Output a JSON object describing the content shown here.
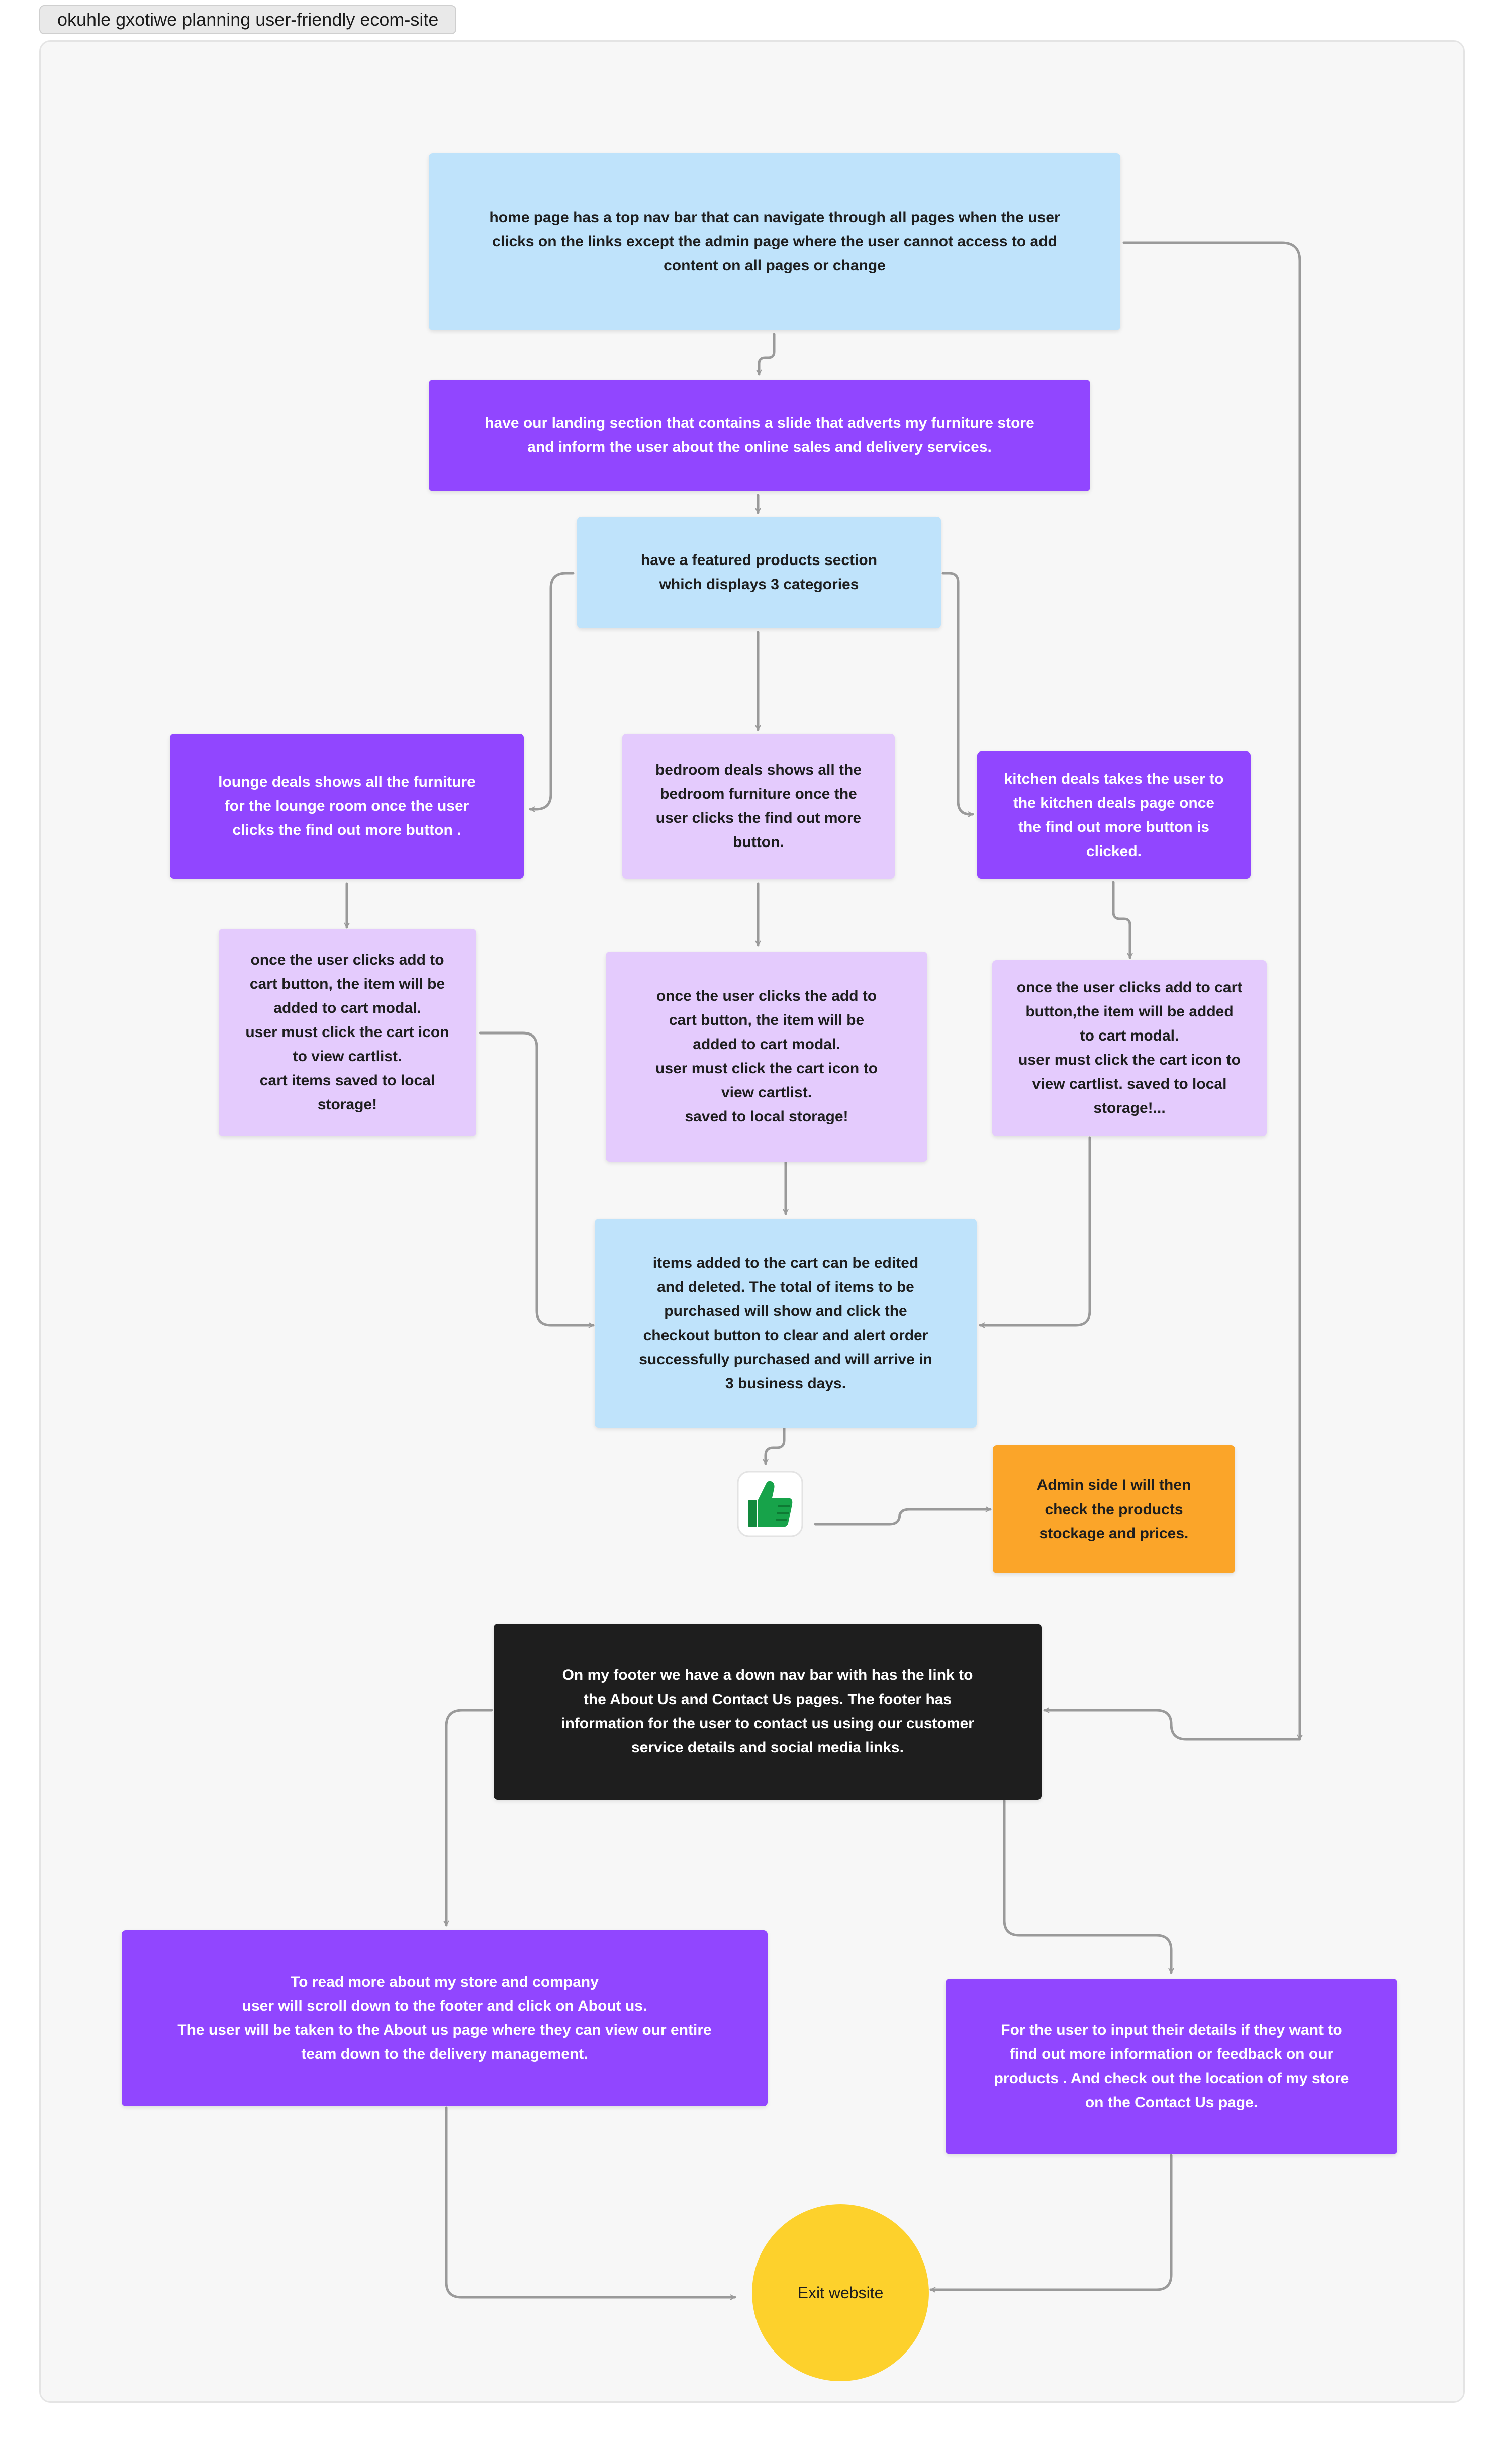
{
  "board": {
    "frame_label": "okuhle gxotiwe planning user-friendly ecom-site"
  },
  "colors": {
    "light_blue": "#bfe3fb",
    "purple": "#9146ff",
    "lavender": "#e4cbfd",
    "orange": "#fba529",
    "black": "#1e1e1e",
    "yellow": "#fdd12c",
    "connector": "#9a9a9a"
  },
  "nodes": {
    "home": "home page has a top nav bar that can navigate through all pages when the user\nclicks on the links except the admin page where the user cannot access to add\ncontent on all pages or change",
    "landing": "have our landing section that contains a slide that adverts my furniture store\nand inform the user about the online sales and delivery services.",
    "featured": "have a featured products section\nwhich displays 3 categories",
    "lounge": "lounge deals shows all the furniture\nfor the lounge room once the user\nclicks the find out more button .",
    "bedroom": "bedroom deals shows all the\nbedroom furniture once the\nuser clicks the find out more\nbutton.",
    "kitchen": "kitchen deals takes the user to\nthe kitchen deals page once\nthe find out more button is\nclicked.",
    "lounge_cart": "once the user clicks add to\ncart button, the item will be\nadded to cart modal.\nuser must click the cart icon\nto view cartlist.\ncart items saved to local\nstorage!",
    "bedroom_cart": "once the user clicks the add to\ncart button, the item will be\nadded to cart modal.\nuser must click the cart icon to\nview cartlist.\nsaved to local storage!",
    "kitchen_cart": "once the user clicks add to cart\nbutton,the item will be added\nto cart modal.\nuser must click the cart icon to\nview cartlist. saved to local\nstorage!...",
    "cart_edit": "items added to the cart can be edited\nand deleted. The total of items to be\npurchased will show and click the\ncheckout button to clear and alert order\nsuccessfully purchased and will arrive in\n3  business days.",
    "admin": "Admin side I will then\ncheck the products\nstockage and prices.",
    "footer": "On my footer we have a down nav bar with has the link to\nthe About Us and Contact Us pages. The footer has\ninformation for the user to contact us using our customer\nservice details and social media links.",
    "about": "To read more about my store and company\nuser will scroll down to the footer and click on About us.\nThe user will be taken to the About us page where they can view our entire\nteam down to the delivery management.",
    "contact": "For the user to input their details if they want to\nfind out more information or feedback on our\nproducts . And check out the location of my store\non the Contact Us page.",
    "exit": "Exit website"
  },
  "icons": {
    "approval": "thumbs-up-icon"
  }
}
